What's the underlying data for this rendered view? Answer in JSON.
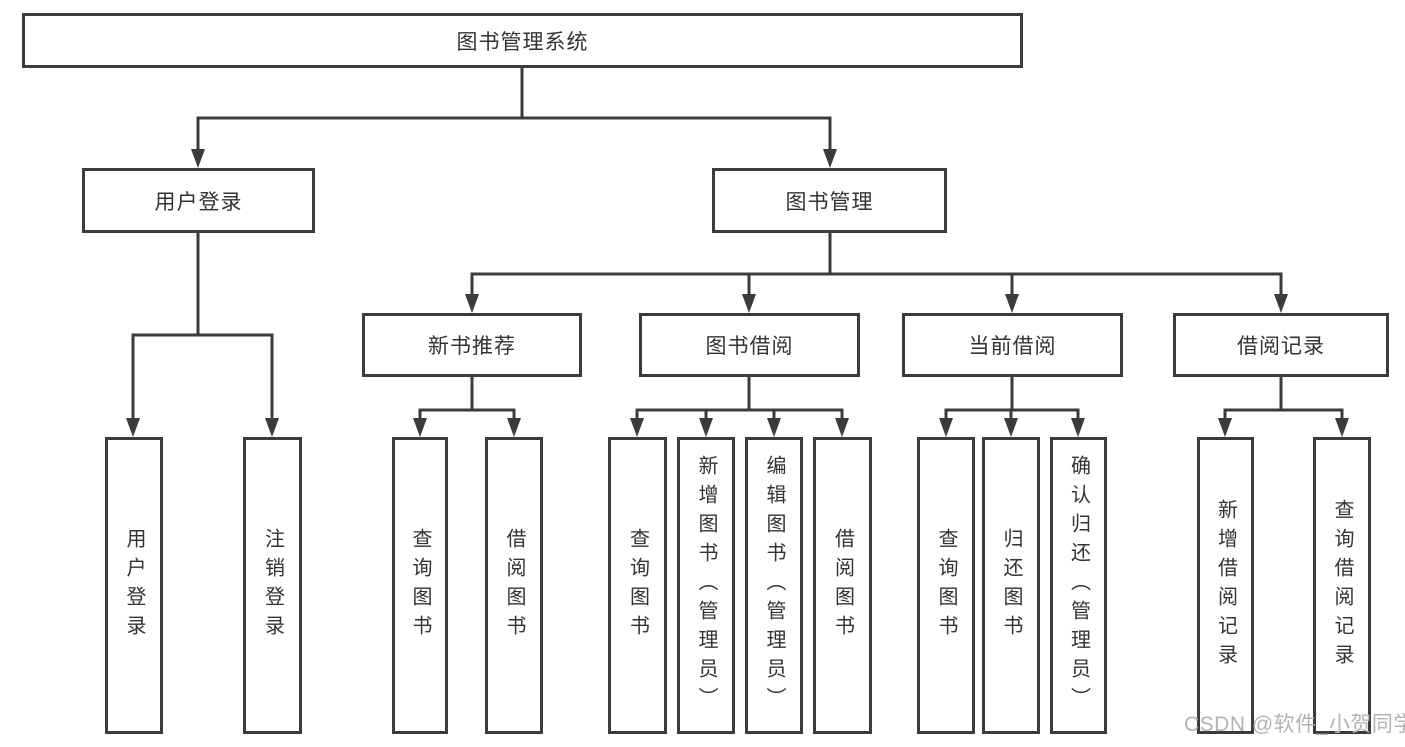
{
  "colors": {
    "line": "#3b3b3b",
    "text": "#333333",
    "watermark": "#b3b3b3",
    "background": "#ffffff"
  },
  "watermark": "CSDN @软件_小贺同学",
  "tree": {
    "root_label": "图书管理系统",
    "level2": [
      {
        "label": "用户登录",
        "children": [
          {
            "label": "用户登录"
          },
          {
            "label": "注销登录"
          }
        ]
      },
      {
        "label": "图书管理",
        "level3": [
          {
            "label": "新书推荐",
            "children": [
              {
                "label": "查询图书"
              },
              {
                "label": "借阅图书"
              }
            ]
          },
          {
            "label": "图书借阅",
            "children": [
              {
                "label": "查询图书"
              },
              {
                "label": "新增图书（管理员）"
              },
              {
                "label": "编辑图书（管理员）"
              },
              {
                "label": "借阅图书"
              }
            ]
          },
          {
            "label": "当前借阅",
            "children": [
              {
                "label": "查询图书"
              },
              {
                "label": "归还图书"
              },
              {
                "label": "确认归还（管理员）"
              }
            ]
          },
          {
            "label": "借阅记录",
            "children": [
              {
                "label": "新增借阅记录"
              },
              {
                "label": "查询借阅记录"
              }
            ]
          }
        ]
      }
    ]
  }
}
